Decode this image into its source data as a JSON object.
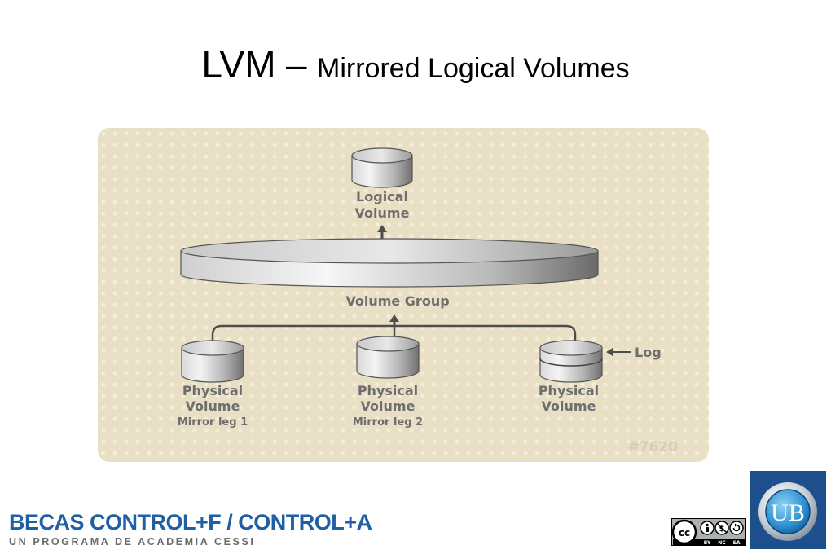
{
  "slide": {
    "title_main": "LVM",
    "title_sep": "–",
    "title_sub": "Mirrored Logical Volumes"
  },
  "diagram": {
    "logical_volume": [
      "Logical",
      "Volume"
    ],
    "volume_group": "Volume Group",
    "pv1": [
      "Physical",
      "Volume",
      "Mirror leg 1"
    ],
    "pv2": [
      "Physical",
      "Volume",
      "Mirror leg 2"
    ],
    "pv3": [
      "Physical",
      "Volume"
    ],
    "log_label": "Log",
    "figure_id": "#7620",
    "colors": {
      "panel_bg": "#e8dfc4",
      "dot": "#f3ecd8",
      "label_text": "#6e6e6e",
      "cylinder_light": "#f2f2f2",
      "cylinder_dark": "#6f6f6f"
    }
  },
  "footer": {
    "brand_name": "BECAS CONTROL+F / CONTROL+A",
    "brand_tagline": "UN PROGRAMA DE ACADEMIA CESSI",
    "cc_text": [
      "BY",
      "NC",
      "SA"
    ],
    "ub_text": "UB"
  }
}
